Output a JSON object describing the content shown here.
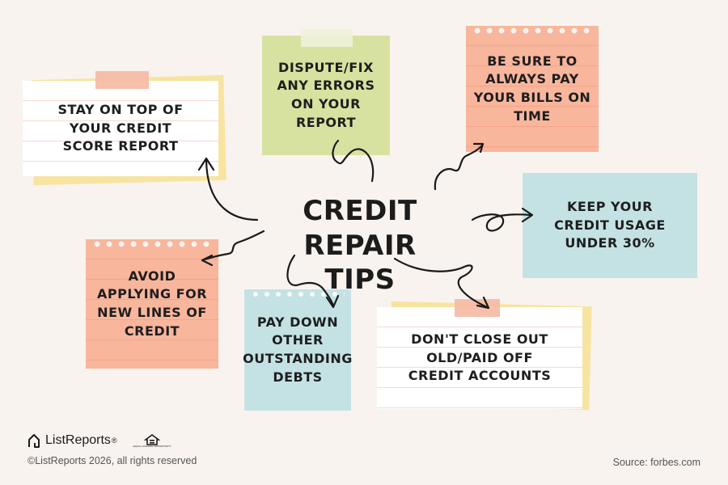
{
  "title": {
    "line1": "CREDIT REPAIR",
    "line2": "TIPS"
  },
  "tips": {
    "stay_on_top": [
      "STAY ON TOP OF",
      "YOUR CREDIT",
      "SCORE REPORT"
    ],
    "dispute": [
      "DISPUTE/FIX",
      "ANY ERRORS",
      "ON YOUR",
      "REPORT"
    ],
    "pay_bills": [
      "BE SURE TO",
      "ALWAYS PAY",
      "YOUR BILLS ON",
      "TIME"
    ],
    "credit_usage": [
      "KEEP YOUR",
      "CREDIT USAGE",
      "UNDER 30%"
    ],
    "avoid": [
      "AVOID",
      "APPLYING FOR",
      "NEW LINES OF",
      "CREDIT"
    ],
    "pay_down": [
      "PAY DOWN",
      "OTHER",
      "OUTSTANDING",
      "DEBTS"
    ],
    "dont_close": [
      "DON'T CLOSE OUT",
      "OLD/PAID OFF",
      "CREDIT ACCOUNTS"
    ]
  },
  "footer": {
    "brand": "ListReports",
    "brand_mark": "®",
    "copyright": "©ListReports 2026, all rights reserved",
    "source": "Source: forbes.com",
    "equal_housing_text": "EQUAL HOUSING OPPORTUNITY"
  },
  "colors": {
    "background": "#f8f3ef",
    "green": "#d7e2a0",
    "orange": "#f8b69c",
    "blue": "#c4e2e3",
    "yellow": "#f7e4a0",
    "white": "#ffffff"
  },
  "icons": [
    "house-logo-icon",
    "equal-housing-icon"
  ]
}
